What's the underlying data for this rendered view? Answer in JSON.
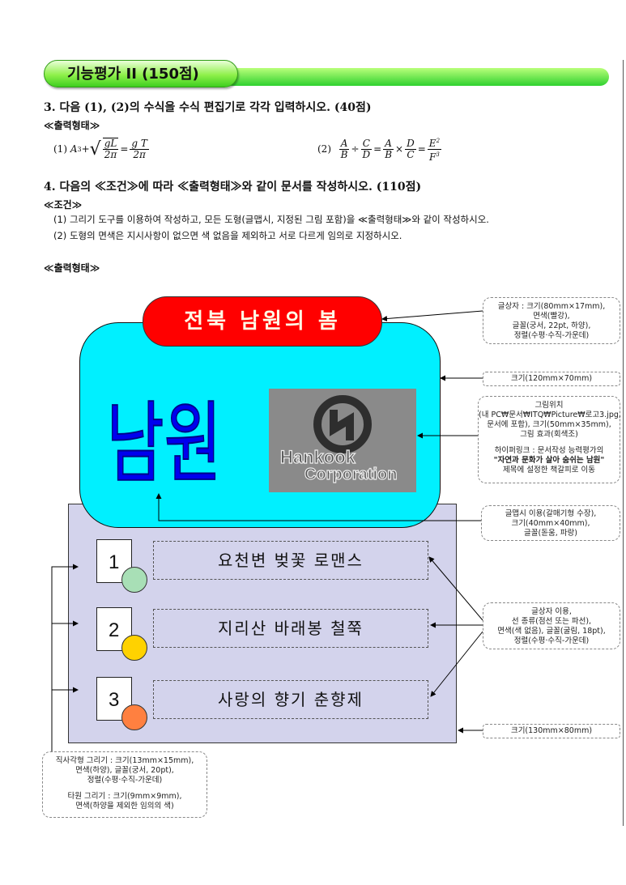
{
  "header": {
    "title": "기능평가 II (150점)"
  },
  "q3": {
    "title": "3. 다음 (1), (2)의 수식을 수식 편집기로 각각 입력하시오. (40점)",
    "output_label": "≪출력형태≫",
    "eq1_label": "(1)",
    "eq2_label": "(2)"
  },
  "q4": {
    "title": "4. 다음의 ≪조건≫에 따라 ≪출력형태≫와 같이 문서를 작성하시오. (110점)",
    "cond_label": "≪조건≫",
    "cond1": "(1) 그리기 도구를 이용하여 작성하고, 모든 도형(글맵시, 지정된 그림 포함)을 ≪출력형태≫와 같이 작성하시오.",
    "cond2": "(2) 도형의 면색은 지시사항이 없으면 색 없음을 제외하고 서로 다르게 임의로 지정하시오.",
    "output_label": "≪출력형태≫"
  },
  "diagram": {
    "title": "전북 남원의 봄",
    "wordart": "남원",
    "logo_line1": "Hankook",
    "logo_line2": "Corporation",
    "items": [
      {
        "num": "1",
        "text": "요천변 벚꽃 로맨스",
        "color": "#a8dfb6"
      },
      {
        "num": "2",
        "text": "지리산 바래봉 철쭉",
        "color": "#ffd200"
      },
      {
        "num": "3",
        "text": "사랑의 향기 춘향제",
        "color": "#ff8040"
      }
    ]
  },
  "notes": {
    "title_note": [
      "글상자 : 크기(80mm×17mm),",
      "면색(빨강),",
      "글꼴(궁서, 22pt, 하양),",
      "정렬(수평·수직-가운데)"
    ],
    "size_note": "크기(120mm×70mm)",
    "picture_note": [
      "그림위치",
      "(내 PC₩문서₩ITQ₩Picture₩로고3.jpg,",
      "문서에 포함), 크기(50mm×35mm),",
      "그림 효과(회색조)"
    ],
    "hyperlink_note": [
      "하이퍼링크 : 문서작성 능력평가의",
      "\"자연과 문화가 살아 숨쉬는 남원\"",
      "제목에 설정한 책갈피로 이동"
    ],
    "wordart_note": [
      "글맵시 이용(갈매기형 수장),",
      "크기(40mm×40mm),",
      "글꼴(돋움, 파랑)"
    ],
    "textbox_note": [
      "글상자 이용,",
      "선 종류(점선 또는 파선),",
      "면색(색 없음), 글꼴(굴림, 18pt),",
      "정렬(수평·수직-가운데)"
    ],
    "bottom_size_note": "크기(130mm×80mm)",
    "left_note": [
      "직사각형 그리기 : 크기(13mm×15mm),",
      "면색(하양), 글꼴(궁서, 20pt),",
      "정렬(수평·수직-가운데)",
      "",
      "타원 그리기 : 크기(9mm×9mm),",
      "면색(하양을 제외한 임의의 색)"
    ]
  }
}
